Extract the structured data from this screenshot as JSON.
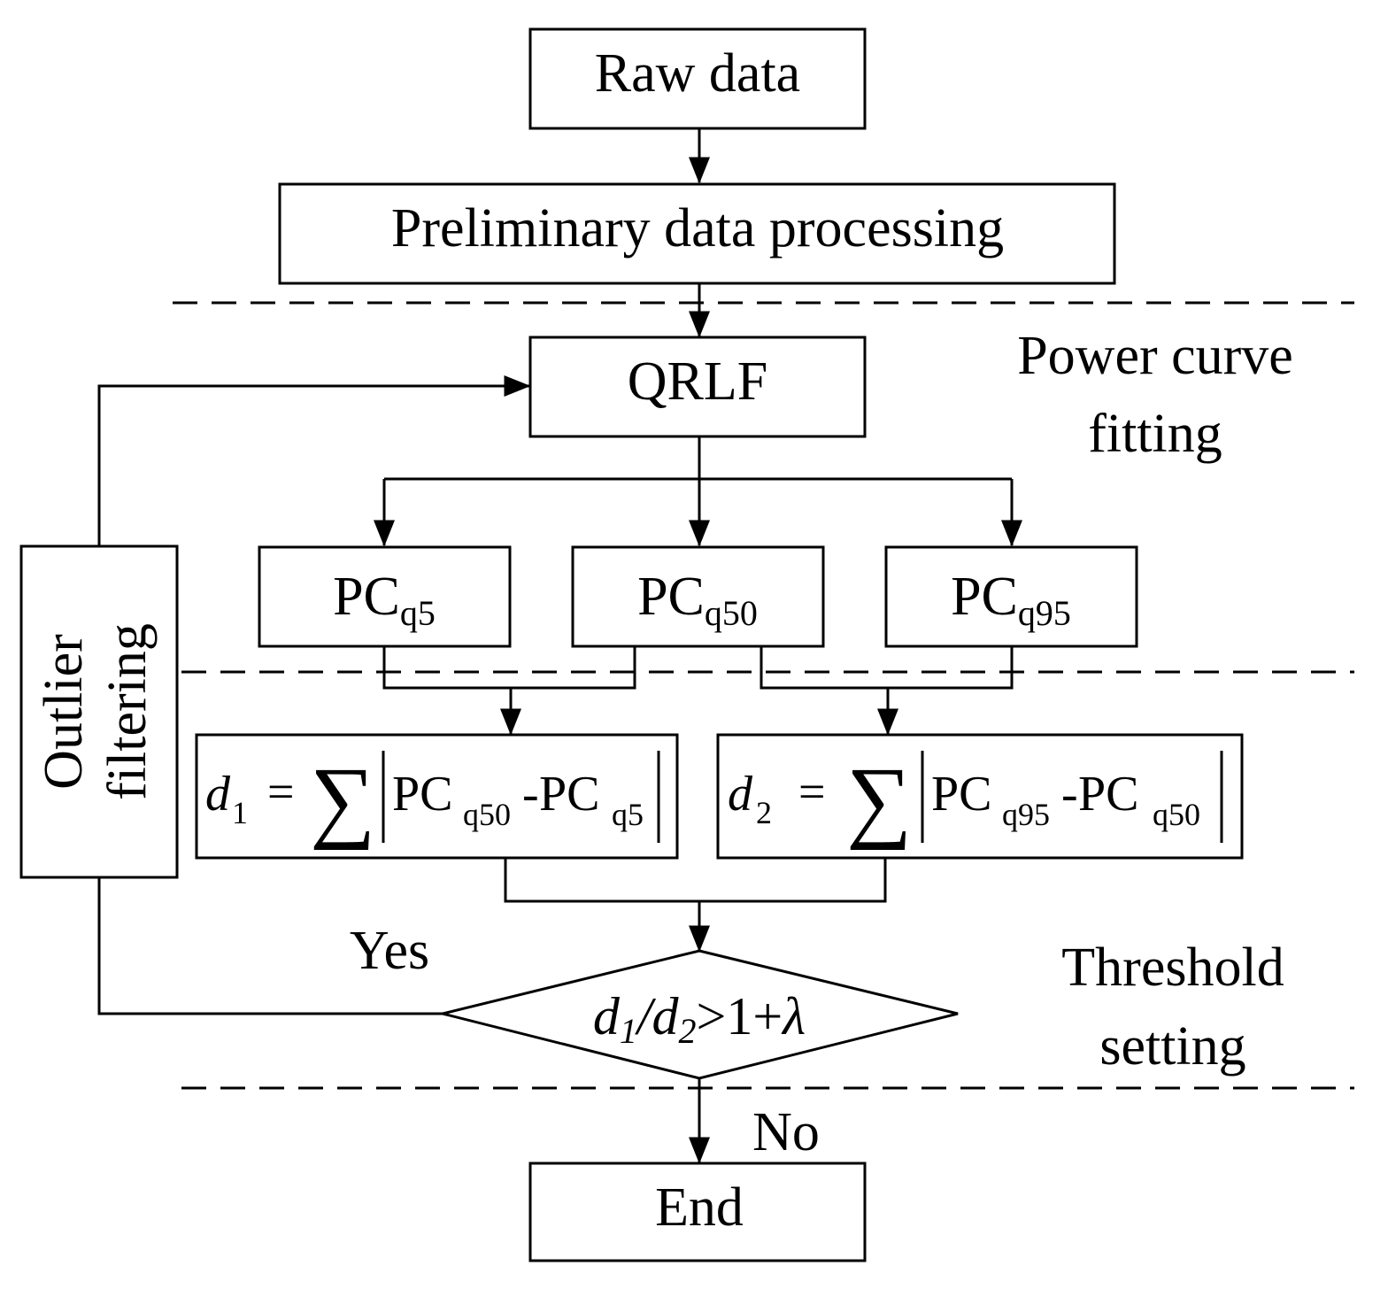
{
  "nodes": {
    "raw_data": "Raw data",
    "preliminary": "Preliminary data processing",
    "qrlf": "QRLF",
    "pc_q5": {
      "base": "PC",
      "sub": "q5"
    },
    "pc_q50": {
      "base": "PC",
      "sub": "q50"
    },
    "pc_q95": {
      "base": "PC",
      "sub": "q95"
    },
    "d1": {
      "var": "d",
      "var_sub": "1",
      "eq": "=",
      "sum": "∑",
      "a": "PC",
      "a_sub": "q50",
      "minus": "-",
      "b": "PC",
      "b_sub": "q5"
    },
    "d2": {
      "var": "d",
      "var_sub": "2",
      "eq": "=",
      "sum": "∑",
      "a": "PC",
      "a_sub": "q95",
      "minus": "-",
      "b": "PC",
      "b_sub": "q50"
    },
    "decision": {
      "n": "d",
      "n_sub": "1",
      "slash": "/",
      "d": "d",
      "d_sub": "2",
      "rhs": ">1+",
      "lambda": "λ"
    },
    "end": "End",
    "outlier_filtering": {
      "line1": "Outlier",
      "line2": "filtering"
    }
  },
  "edges": {
    "yes": "Yes",
    "no": "No"
  },
  "stages": {
    "power_curve_fitting": {
      "line1": "Power curve",
      "line2": "fitting"
    },
    "threshold_setting": {
      "line1": "Threshold",
      "line2": "setting"
    }
  }
}
